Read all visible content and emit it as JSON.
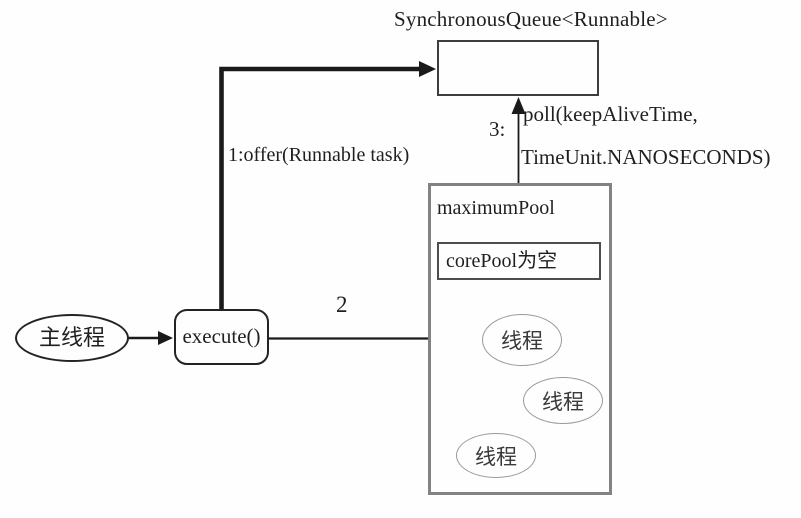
{
  "colors": {
    "background": "#fefefe",
    "line": "#1a1a1a",
    "queue_border": "#3d3d3d",
    "pool_border": "#828282",
    "core_pool_border": "#4d4d4d",
    "thread_ellipse_border": "#9a9a9a",
    "text": "#1f1f1f"
  },
  "diagram": {
    "queue": {
      "title": "SynchronousQueue<Runnable>"
    },
    "main_thread": {
      "label": "主线程"
    },
    "execute": {
      "label": "execute()"
    },
    "arrows": {
      "offer_label": "1:offer(Runnable task)",
      "step2_label": "2",
      "step3_prefix": "3:",
      "poll_line1": "poll(keepAliveTime,",
      "poll_line2": "TimeUnit.NANOSECONDS)"
    },
    "maximum_pool": {
      "label": "maximumPool",
      "core_pool_label": "corePool为空",
      "threads": [
        {
          "label": "线程"
        },
        {
          "label": "线程"
        },
        {
          "label": "线程"
        }
      ]
    }
  }
}
